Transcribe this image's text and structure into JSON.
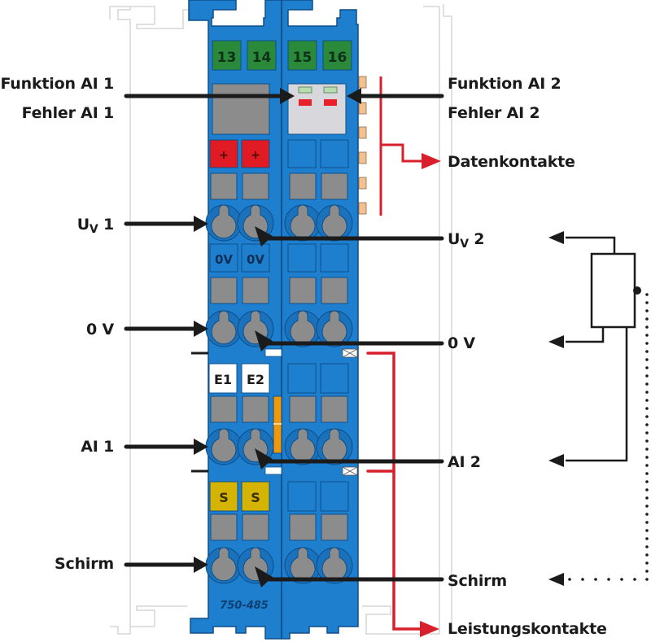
{
  "module": {
    "part_number": "750-485",
    "terminal_numbers": [
      "13",
      "14",
      "15",
      "16"
    ],
    "marking_row_0V": [
      "0V",
      "0V"
    ],
    "marking_row_E": [
      "E1",
      "E2"
    ],
    "marking_row_S": [
      "S",
      "S"
    ],
    "marking_row_plus": [
      "+",
      "+"
    ]
  },
  "labels_left": {
    "funktion_ai1": "Funktion AI 1",
    "fehler_ai1": "Fehler AI 1",
    "uv1_main": "U",
    "uv1_sub": "V",
    "uv1_suffix": " 1",
    "zero_v_1": "0 V",
    "ai1": "AI 1",
    "schirm_1": "Schirm"
  },
  "labels_right": {
    "funktion_ai2": "Funktion AI 2",
    "fehler_ai2": "Fehler AI 2",
    "datenkontakte": "Datenkontakte",
    "uv2_main": "U",
    "uv2_sub": "V",
    "uv2_suffix": " 2",
    "zero_v_2": "0 V",
    "ai2": "AI 2",
    "schirm_2": "Schirm",
    "leistungskontakte": "Leistungskontakte"
  },
  "colors": {
    "module_blue": "#1f7fcf",
    "module_dark_blue": "#0d4f8a",
    "terminal_green": "#2a8a3a",
    "led_red": "#e8202a",
    "led_green": "#b8dcb0",
    "plus_red": "#e01b24",
    "shield_yellow": "#d4b400",
    "fuse_orange": "#f0980a",
    "contact_peach": "#f4c090",
    "power_contact_red": "#d8202c",
    "arrow_black": "#1b1b1b"
  }
}
